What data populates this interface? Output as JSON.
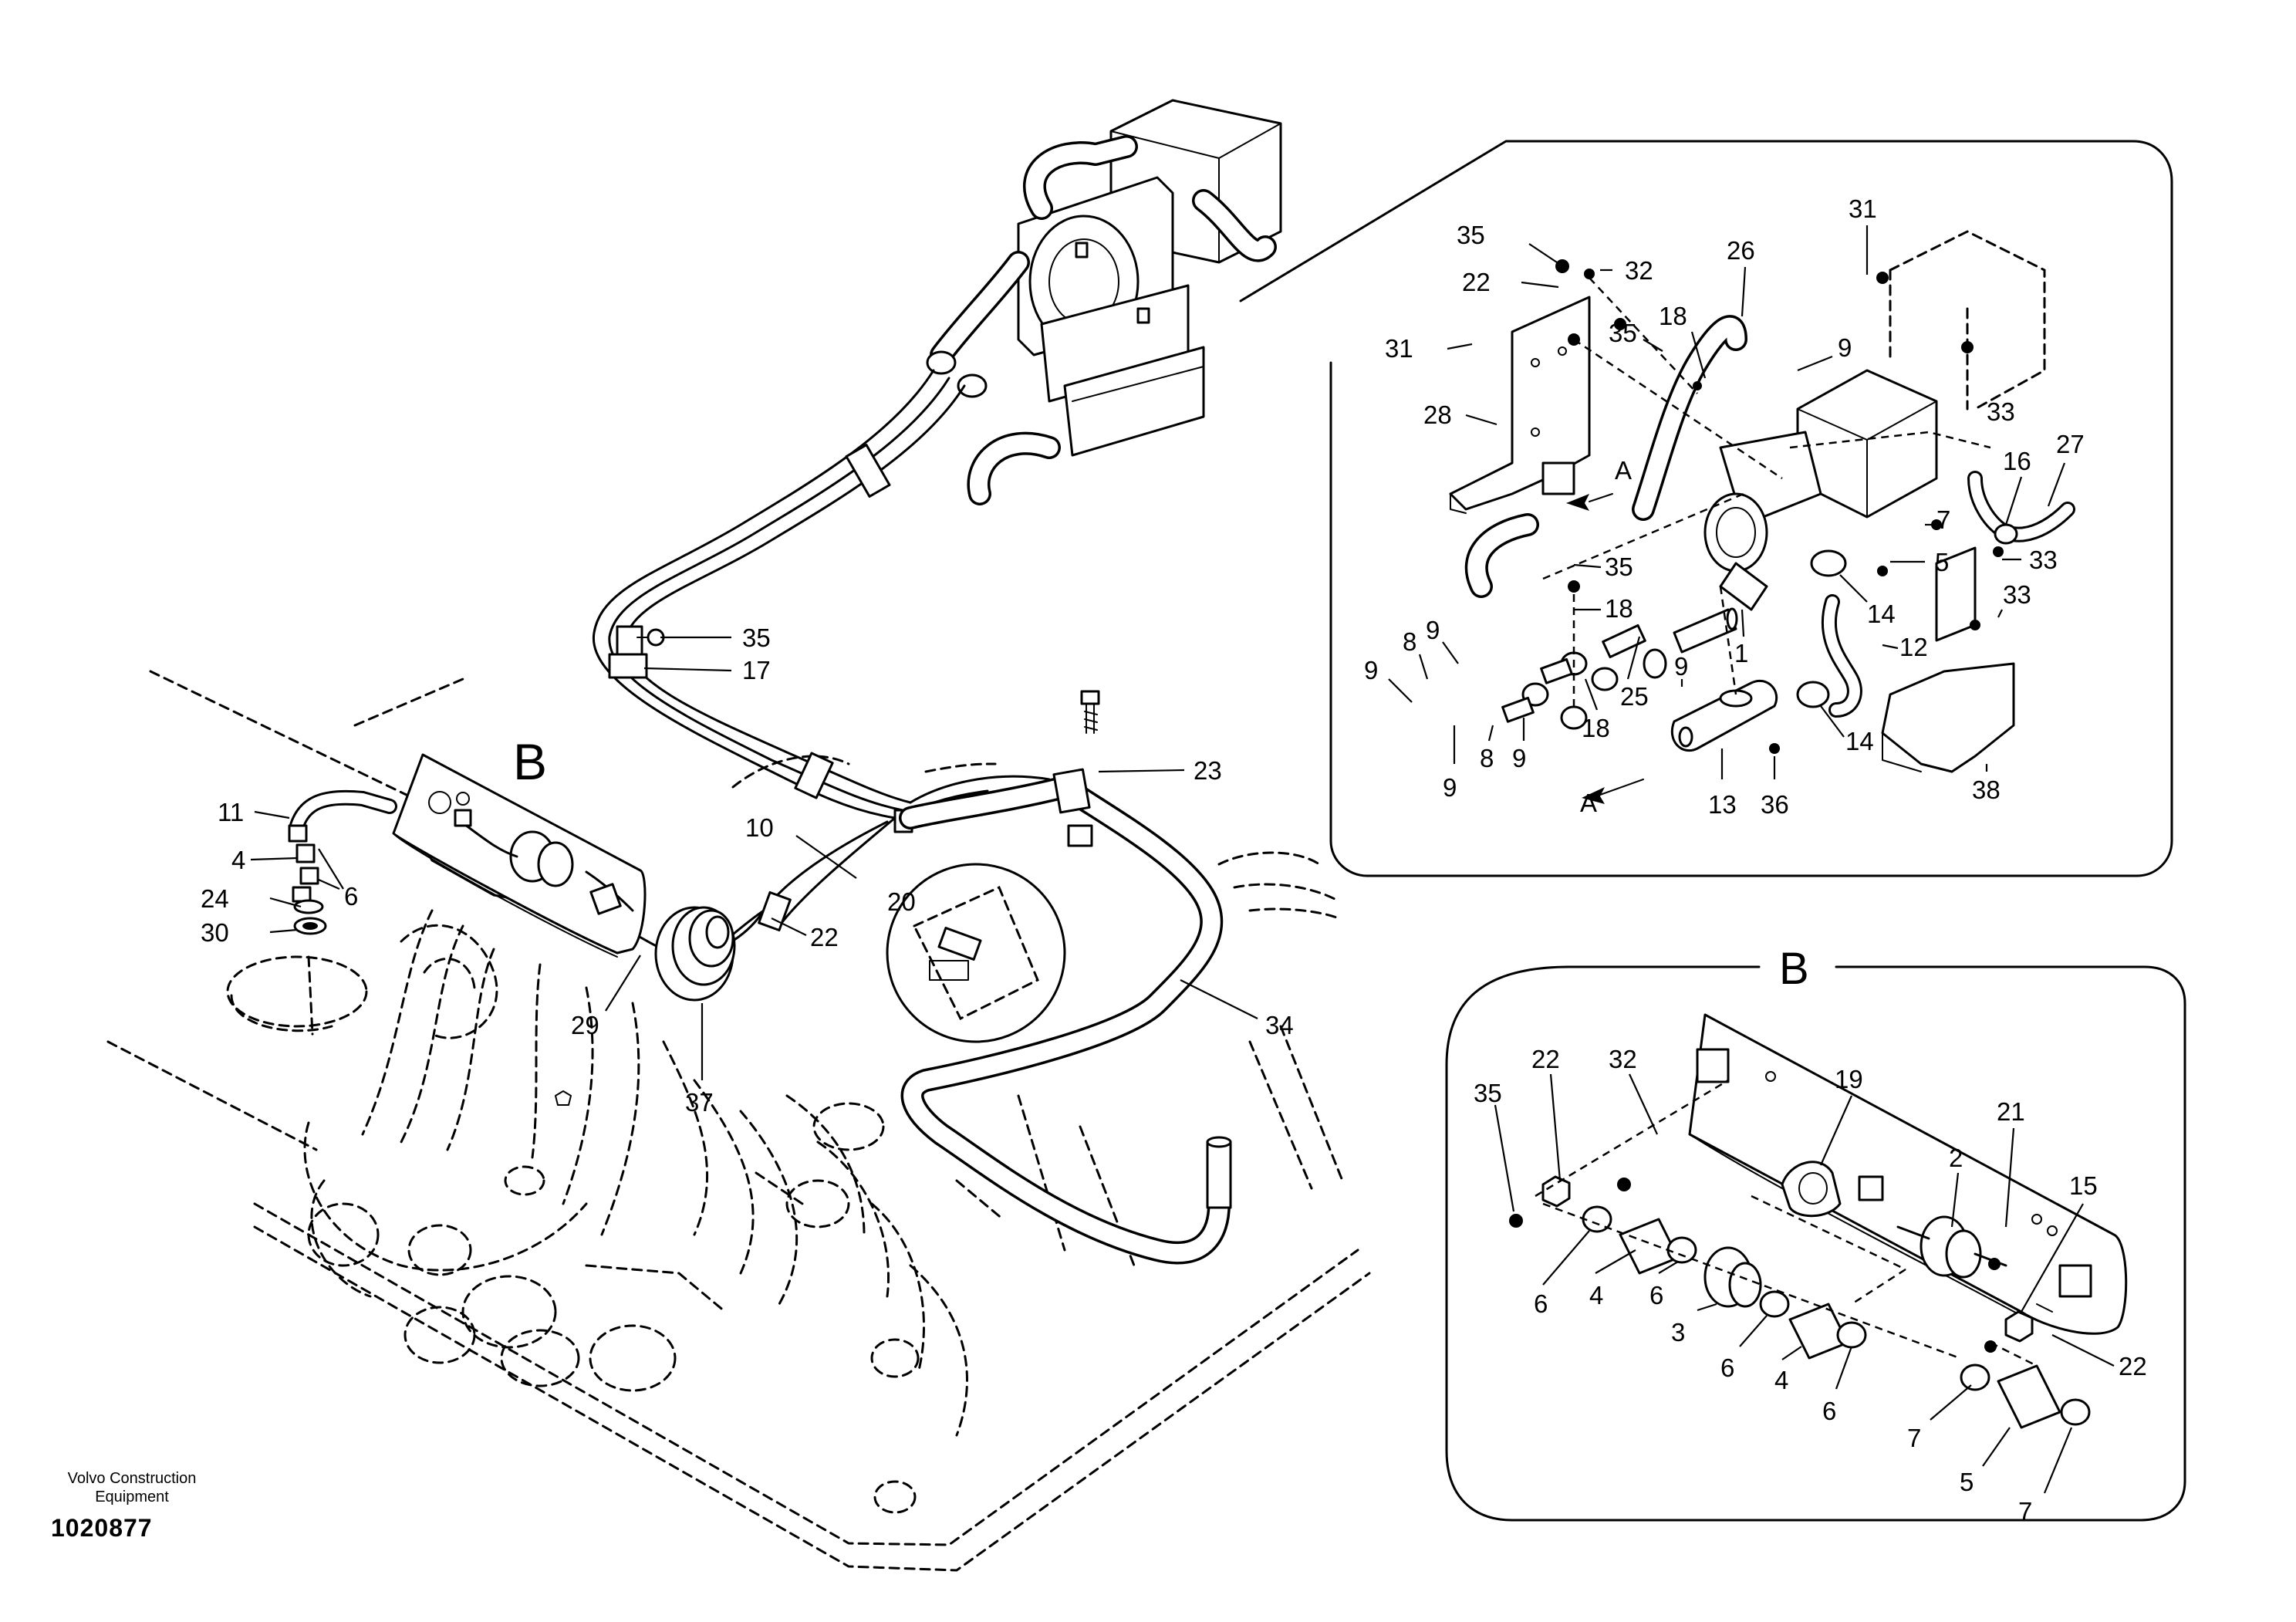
{
  "document": {
    "manufacturer": "Volvo Construction Equipment",
    "manufacturer_line1": "Volvo Construction",
    "manufacturer_line2": "Equipment",
    "drawing_number": "1020877"
  },
  "views": {
    "detail_B_marker": "B",
    "detail_B_title": "B",
    "direction_arrow_A1": "A",
    "direction_arrow_A2": "A"
  },
  "main_view_callouts": [
    "35",
    "17",
    "23",
    "11",
    "4",
    "6",
    "24",
    "30",
    "10",
    "20",
    "22",
    "29",
    "37",
    "34"
  ],
  "detail_heater_callouts": [
    "35",
    "32",
    "22",
    "31",
    "18",
    "35",
    "26",
    "31",
    "9",
    "33",
    "28",
    "16",
    "27",
    "7",
    "5",
    "33",
    "35",
    "18",
    "9",
    "8",
    "9",
    "25",
    "9",
    "1",
    "14",
    "33",
    "12",
    "18",
    "8",
    "9",
    "14",
    "9",
    "13",
    "36",
    "38"
  ],
  "detail_B_callouts": [
    "22",
    "32",
    "19",
    "21",
    "35",
    "2",
    "15",
    "6",
    "4",
    "6",
    "3",
    "6",
    "4",
    "6",
    "22",
    "7",
    "5",
    "7"
  ]
}
